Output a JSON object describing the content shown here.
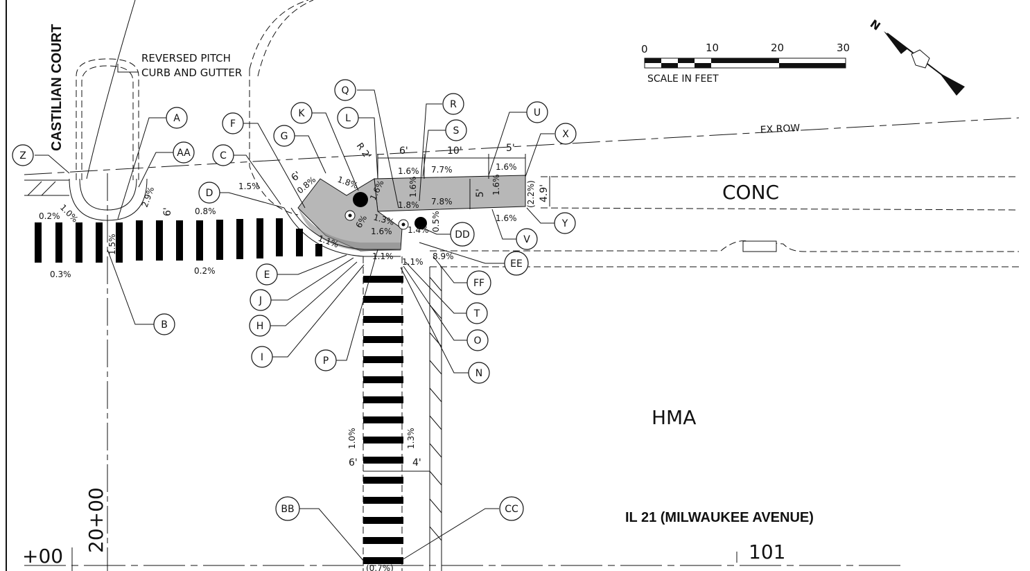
{
  "streets": {
    "side_street": "CASTILIAN COURT",
    "main_street": "IL 21 (MILWAUKEE AVENUE)"
  },
  "notes": {
    "curb": "REVERSED PITCH",
    "curb2": "CURB AND GUTTER",
    "row": "EX ROW"
  },
  "materials": {
    "concrete": "CONC",
    "asphalt": "HMA"
  },
  "scale": {
    "ticks": [
      "0",
      "10",
      "20",
      "30"
    ],
    "caption": "SCALE IN FEET"
  },
  "stations": {
    "left": "+00",
    "vertical": "20+00",
    "right": "101"
  },
  "callouts": {
    "A": "A",
    "AA": "AA",
    "B": "B",
    "BB": "BB",
    "C": "C",
    "CC": "CC",
    "D": "D",
    "DD": "DD",
    "E": "E",
    "EE": "EE",
    "F": "F",
    "FF": "FF",
    "G": "G",
    "H": "H",
    "I": "I",
    "J": "J",
    "K": "K",
    "L": "L",
    "N": "N",
    "O": "O",
    "P": "P",
    "Q": "Q",
    "R": "R",
    "S": "S",
    "T": "T",
    "U": "U",
    "V": "V",
    "X": "X",
    "Y": "Y",
    "Z": "Z"
  },
  "dimensions": {
    "d6_top": "6'",
    "d10": "10'",
    "d5_top": "5'",
    "d6_ramp": "6'",
    "r2": "R 2'",
    "d5_side": "5'",
    "d49": "4.9'",
    "d6_curb": "6'",
    "d6_cw": "6'",
    "d4_cw": "4'"
  },
  "slopes": {
    "s02": "0.2%",
    "s10": "1.0%",
    "s29": "2.9%",
    "s15": "1.5%",
    "s03": "0.3%",
    "s08": "0.8%",
    "s02b": "0.2%",
    "s15b": "1.5%",
    "s08b": "0.8%",
    "s11": "1.1%",
    "s18": "1.8%",
    "s16a": "1.6%",
    "s13": "1.3%",
    "s16b": "1.6%",
    "s16c": "1.6%",
    "s77": "7.7%",
    "s16d": "1.6%",
    "s18b": "1.8%",
    "s78": "7.8%",
    "s16e": "1.6%",
    "s16f": "1.6%",
    "s22": "(2.2%)",
    "s05": "0.5%",
    "s14": "1.4%",
    "s16g": "1.6%",
    "s11b": "1.1%",
    "s11c": "1.1%",
    "s89": "8.9%",
    "s10b": "1.0%",
    "s13b": "1.3%",
    "s07": "(0.7%)",
    "s6": "6%"
  }
}
